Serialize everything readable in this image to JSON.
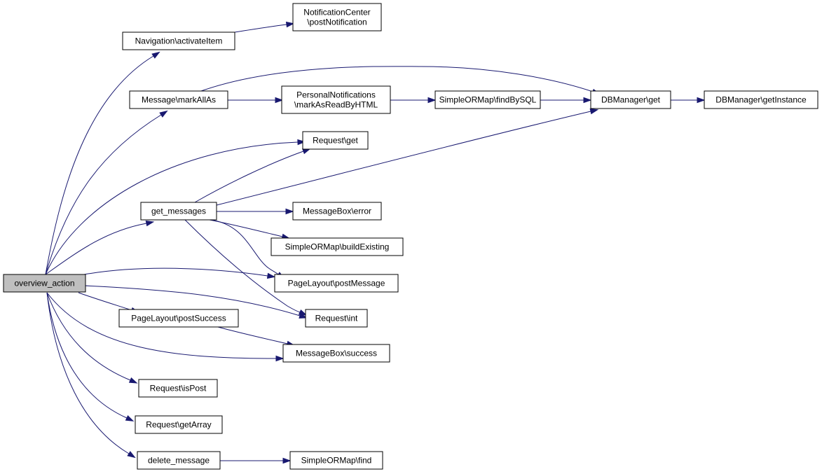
{
  "nodes": {
    "overview_action": [
      "overview_action"
    ],
    "nav_activate": [
      "Navigation\\activateItem"
    ],
    "notif_post": [
      "NotificationCenter",
      "\\postNotification"
    ],
    "msg_markall": [
      "Message\\markAllAs"
    ],
    "pn_markread": [
      "PersonalNotifications",
      "\\markAsReadByHTML"
    ],
    "orm_findbysql": [
      "SimpleORMap\\findBySQL"
    ],
    "db_get": [
      "DBManager\\get"
    ],
    "db_getinstance": [
      "DBManager\\getInstance"
    ],
    "req_get": [
      "Request\\get"
    ],
    "get_messages": [
      "get_messages"
    ],
    "mb_error": [
      "MessageBox\\error"
    ],
    "orm_buildexisting": [
      "SimpleORMap\\buildExisting"
    ],
    "pl_postmessage": [
      "PageLayout\\postMessage"
    ],
    "pl_postsuccess": [
      "PageLayout\\postSuccess"
    ],
    "req_int": [
      "Request\\int"
    ],
    "mb_success": [
      "MessageBox\\success"
    ],
    "req_ispost": [
      "Request\\isPost"
    ],
    "req_getarray": [
      "Request\\getArray"
    ],
    "delete_message": [
      "delete_message"
    ],
    "orm_find": [
      "SimpleORMap\\find"
    ]
  },
  "edges": [
    [
      "overview_action",
      "nav_activate"
    ],
    [
      "overview_action",
      "msg_markall"
    ],
    [
      "overview_action",
      "req_get"
    ],
    [
      "overview_action",
      "get_messages"
    ],
    [
      "overview_action",
      "pl_postmessage"
    ],
    [
      "overview_action",
      "req_int"
    ],
    [
      "overview_action",
      "pl_postsuccess"
    ],
    [
      "overview_action",
      "mb_success"
    ],
    [
      "overview_action",
      "req_ispost"
    ],
    [
      "overview_action",
      "req_getarray"
    ],
    [
      "overview_action",
      "delete_message"
    ],
    [
      "nav_activate",
      "notif_post"
    ],
    [
      "msg_markall",
      "pn_markread"
    ],
    [
      "msg_markall",
      "db_get"
    ],
    [
      "pn_markread",
      "orm_findbysql"
    ],
    [
      "orm_findbysql",
      "db_get"
    ],
    [
      "db_get",
      "db_getinstance"
    ],
    [
      "get_messages",
      "req_get"
    ],
    [
      "get_messages",
      "db_get"
    ],
    [
      "get_messages",
      "mb_error"
    ],
    [
      "get_messages",
      "orm_buildexisting"
    ],
    [
      "get_messages",
      "pl_postmessage"
    ],
    [
      "get_messages",
      "req_int"
    ],
    [
      "pl_postsuccess",
      "mb_success"
    ],
    [
      "delete_message",
      "orm_find"
    ]
  ]
}
